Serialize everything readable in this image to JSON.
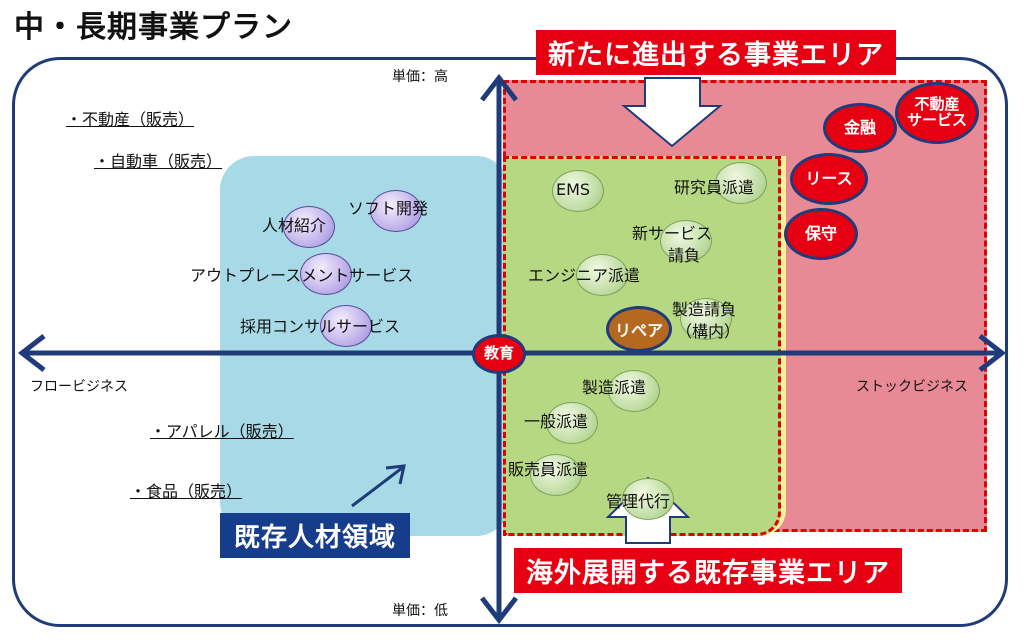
{
  "title": "中・長期事業プラン",
  "banners": {
    "new_area": "新たに進出する事業エリア",
    "overseas_area": "海外展開する既存事業エリア",
    "existing_hr": "既存人材領域"
  },
  "axes": {
    "top": "単価：高",
    "bottom": "単価：低",
    "left": "フロービジネス",
    "right": "ストックビジネス"
  },
  "sales_items": [
    "・不動産（販売）",
    "・自動車（販売）",
    "・アパレル（販売）",
    "・食品（販売）"
  ],
  "blue_items": [
    "ソフト開発",
    "人材紹介",
    "アウトプレースメントサービス",
    "採用コンサルサービス"
  ],
  "green_items": [
    "EMS",
    "研究員派遣",
    "新サービス",
    "請負",
    "エンジニア派遣",
    "製造請負",
    "（構内）",
    "製造派遣",
    "一般派遣",
    "販売員派遣",
    "管理代行"
  ],
  "highlight_items": {
    "center": "教育",
    "repair": "リペア"
  },
  "red_items": {
    "real_estate_1": "不動産",
    "real_estate_2": "サービス",
    "finance": "金融",
    "lease": "リース",
    "maintenance": "保守"
  },
  "colors": {
    "frame": "#1f3b7a",
    "red": "#e60012",
    "blue_region": "#a8d9e6",
    "pink_region": "#e88a96",
    "green_region": "#b7d883"
  }
}
